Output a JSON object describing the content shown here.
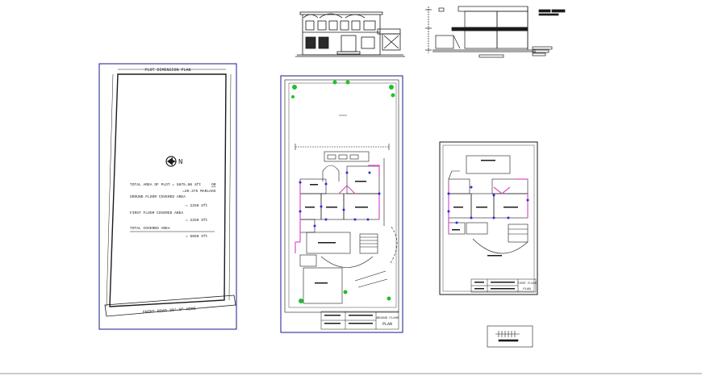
{
  "plot_plan": {
    "title": "PLOT DIMENSION PLAN",
    "north_label": "N",
    "total_area_label": "TOTAL AREA OF PLOT = 5075.00 Sft",
    "or_label": "OR",
    "marlas_label": "=20.375 MARLAHS",
    "ground_covered_label": "GROUND FLOOR COVERED AREA",
    "ground_covered_value": "= 2250 Sft",
    "first_covered_label": "FIRST FLOOR COVERED AREA",
    "first_covered_value": "= 2250 Sft",
    "total_covered_label": "TOTAL COVERED AREA",
    "total_covered_value": "= 5050 Sft",
    "road_label": "FRONT ROAD 30'-0\" WIDE"
  },
  "ground_plan": {
    "title": "GROUND FLOOR",
    "subtitle": "PLAN"
  },
  "first_plan": {
    "title": "FIRST FLOOR",
    "subtitle": "PLAN"
  },
  "colors": {
    "line": "#1a1a1a",
    "frame": "#1a1a8c",
    "wall_pink": "#d64fc8",
    "door_blue": "#2a2ad8",
    "tree_green": "#22c02a",
    "bottom_rule": "#9a9a9a"
  }
}
